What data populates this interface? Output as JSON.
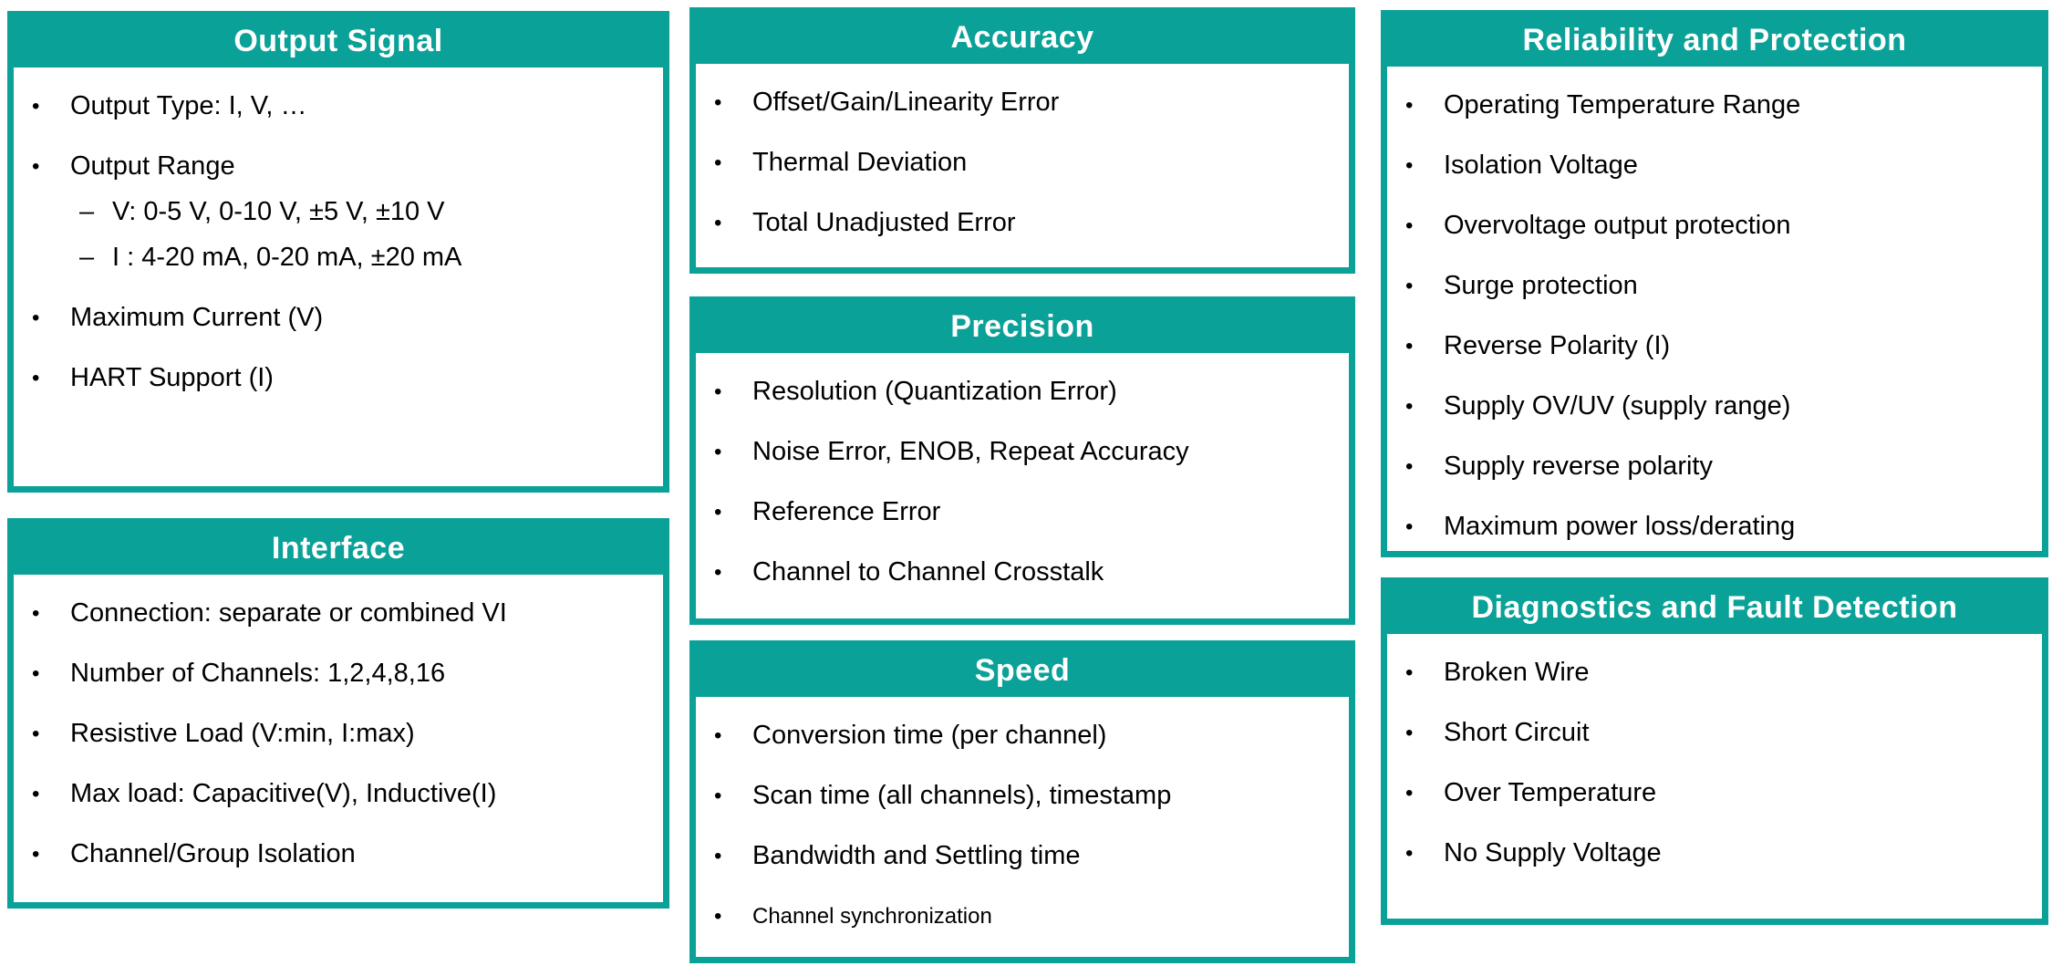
{
  "colors": {
    "teal": "#0AA198",
    "header_text": "#FFFFFF",
    "body_text": "#000000",
    "background": "#FFFFFF"
  },
  "markers": {
    "bullet": "•",
    "dash": "–"
  },
  "boxes": {
    "output_signal": {
      "title": "Output Signal",
      "items": [
        {
          "text": "Output Type: I, V, …",
          "level": 0
        },
        {
          "text": "Output Range",
          "level": 0
        },
        {
          "text": "V: 0-5 V, 0-10 V, ±5 V, ±10 V",
          "level": 1
        },
        {
          "text": "I : 4-20 mA, 0-20 mA, ±20 mA",
          "level": 1
        },
        {
          "text": "Maximum Current (V)",
          "level": 0
        },
        {
          "text": "HART Support (I)",
          "level": 0
        }
      ]
    },
    "interface": {
      "title": "Interface",
      "items": [
        {
          "text": "Connection: separate or combined VI",
          "level": 0
        },
        {
          "text": "Number of Channels: 1,2,4,8,16",
          "level": 0
        },
        {
          "text": "Resistive Load (V:min, I:max)",
          "level": 0
        },
        {
          "text": "Max load: Capacitive(V), Inductive(I)",
          "level": 0
        },
        {
          "text": "Channel/Group Isolation",
          "level": 0
        }
      ]
    },
    "accuracy": {
      "title": "Accuracy",
      "items": [
        {
          "text": "Offset/Gain/Linearity Error",
          "level": 0
        },
        {
          "text": "Thermal Deviation",
          "level": 0
        },
        {
          "text": "Total Unadjusted Error",
          "level": 0
        }
      ]
    },
    "precision": {
      "title": "Precision",
      "items": [
        {
          "text": "Resolution (Quantization Error)",
          "level": 0
        },
        {
          "text": "Noise Error, ENOB, Repeat Accuracy",
          "level": 0
        },
        {
          "text": "Reference Error",
          "level": 0
        },
        {
          "text": "Channel to Channel Crosstalk",
          "level": 0
        }
      ]
    },
    "speed": {
      "title": "Speed",
      "items": [
        {
          "text": "Conversion time (per channel)",
          "level": 0
        },
        {
          "text": "Scan time (all channels), timestamp",
          "level": 0
        },
        {
          "text": "Bandwidth and Settling time",
          "level": 0
        },
        {
          "text": "Channel synchronization",
          "level": 0,
          "small": true
        }
      ]
    },
    "reliability": {
      "title": "Reliability and Protection",
      "items": [
        {
          "text": "Operating Temperature Range",
          "level": 0
        },
        {
          "text": "Isolation Voltage",
          "level": 0
        },
        {
          "text": "Overvoltage output protection",
          "level": 0
        },
        {
          "text": "Surge protection",
          "level": 0
        },
        {
          "text": "Reverse Polarity (I)",
          "level": 0
        },
        {
          "text": "Supply OV/UV (supply range)",
          "level": 0
        },
        {
          "text": "Supply reverse polarity",
          "level": 0
        },
        {
          "text": "Maximum power loss/derating",
          "level": 0
        }
      ]
    },
    "diagnostics": {
      "title": "Diagnostics and Fault Detection",
      "items": [
        {
          "text": "Broken Wire",
          "level": 0
        },
        {
          "text": "Short Circuit",
          "level": 0
        },
        {
          "text": "Over Temperature",
          "level": 0
        },
        {
          "text": "No Supply Voltage",
          "level": 0
        }
      ]
    }
  }
}
